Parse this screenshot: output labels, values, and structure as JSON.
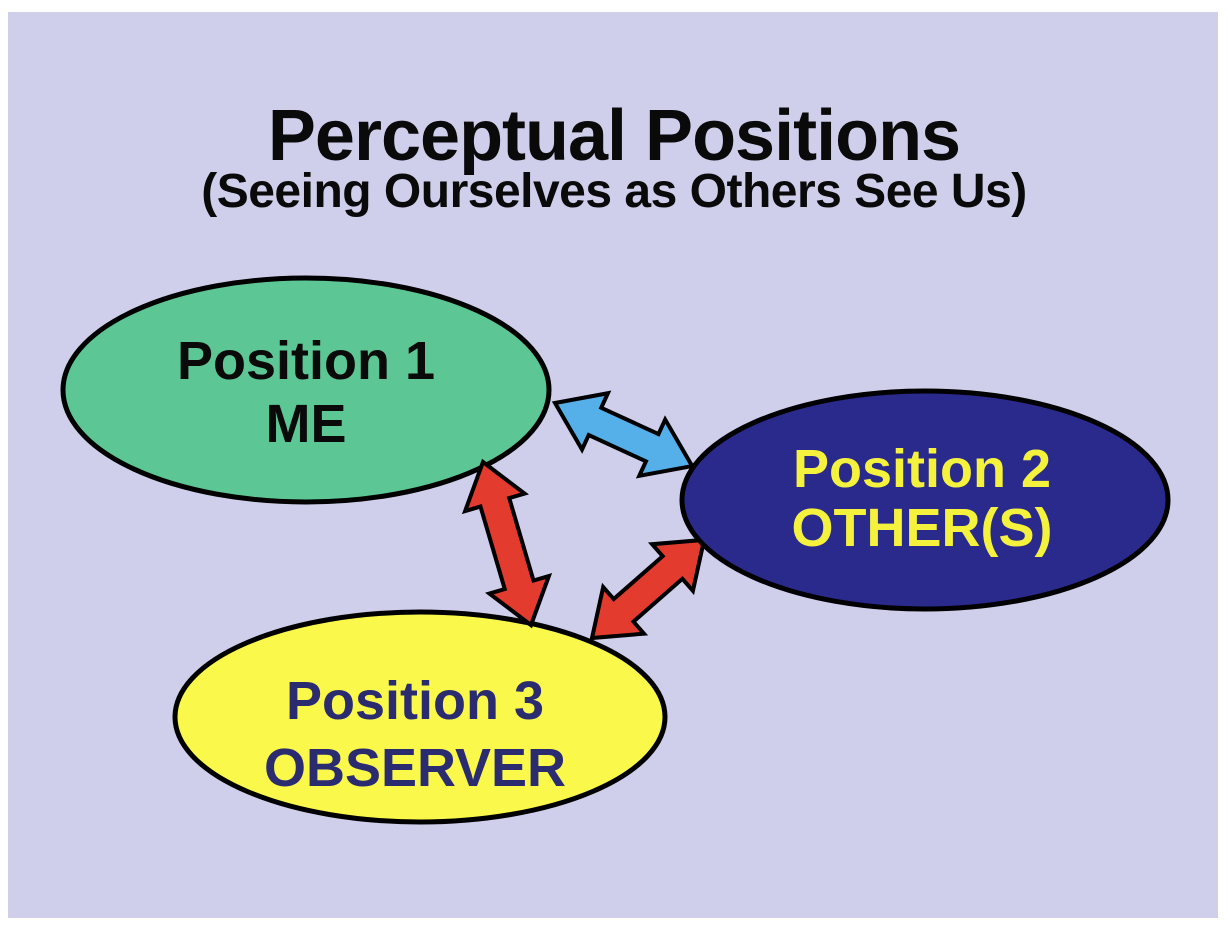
{
  "slide": {
    "title": "Perceptual Positions",
    "subtitle": "(Seeing Ourselves as Others See Us)",
    "colors": {
      "page_margin": "#FFFFFF",
      "background": "#CFCFEC",
      "outline": "#000000",
      "position1_fill": "#5CC795",
      "position1_text": "#0A0A0A",
      "position2_fill": "#2A2A8C",
      "position2_text": "#F5F23E",
      "position3_fill": "#FAF94B",
      "position3_text": "#2B2B70",
      "arrow_blue": "#55AFE8",
      "arrow_red": "#E33B2D"
    },
    "ellipses": [
      {
        "name": "position-1",
        "line1": "Position 1",
        "line2": "ME"
      },
      {
        "name": "position-2",
        "line1": "Position 2",
        "line2": "OTHER(S)"
      },
      {
        "name": "position-3",
        "line1": "Position 3",
        "line2": "OBSERVER"
      }
    ],
    "arrows": [
      {
        "name": "arrow-me-other",
        "connects": "Position 1 ME ↔ Position 2 OTHER(S)",
        "color": "#55AFE8"
      },
      {
        "name": "arrow-me-observer",
        "connects": "Position 1 ME ↔ Position 3 OBSERVER",
        "color": "#E33B2D"
      },
      {
        "name": "arrow-other-observer",
        "connects": "Position 2 OTHER(S) ↔ Position 3 OBSERVER",
        "color": "#E33B2D"
      }
    ]
  }
}
